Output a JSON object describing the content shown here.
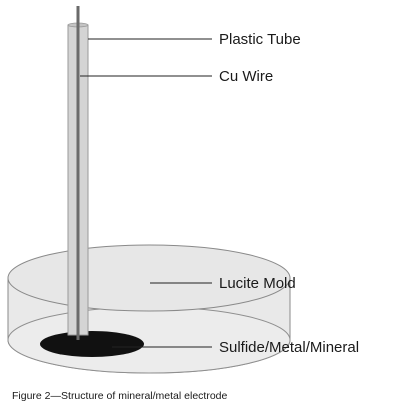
{
  "labels": {
    "plastic_tube": "Plastic Tube",
    "cu_wire": "Cu Wire",
    "lucite_mold": "Lucite Mold",
    "sample": "Sulfide/Metal/Mineral"
  },
  "caption": "Figure 2—Structure of mineral/metal electrode",
  "colors": {
    "tube_fill": "#d4d4d4",
    "tube_stroke": "#9a9a9a",
    "wire": "#6a6a6a",
    "mold_fill": "#e7e7e7",
    "mold_stroke": "#8a8a8a",
    "sample": "#111111",
    "leader": "#222222"
  }
}
